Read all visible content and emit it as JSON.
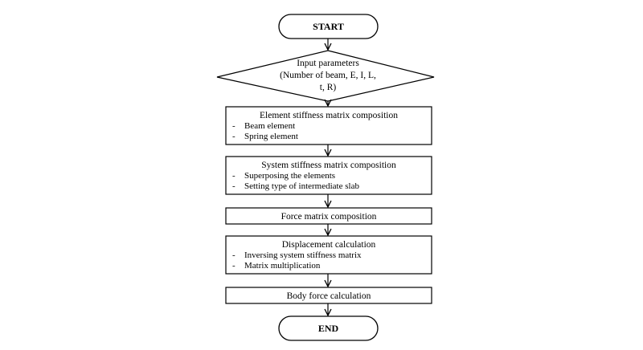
{
  "flowchart": {
    "start": "START",
    "input": {
      "lines": [
        "Input parameters",
        "(Number of beam, E, I, L,",
        "t, R)"
      ]
    },
    "element_stiffness": {
      "title": "Element stiffness matrix composition",
      "items": [
        "Beam element",
        "Spring element"
      ]
    },
    "system_stiffness": {
      "title": "System stiffness matrix composition",
      "items": [
        "Superposing the elements",
        "Setting type of intermediate slab"
      ]
    },
    "force_matrix": {
      "title": "Force matrix composition"
    },
    "displacement": {
      "title": "Displacement calculation",
      "items": [
        "Inversing system stiffness matrix",
        "Matrix multiplication"
      ]
    },
    "body_force": {
      "title": "Body force calculation"
    },
    "end": "END"
  }
}
